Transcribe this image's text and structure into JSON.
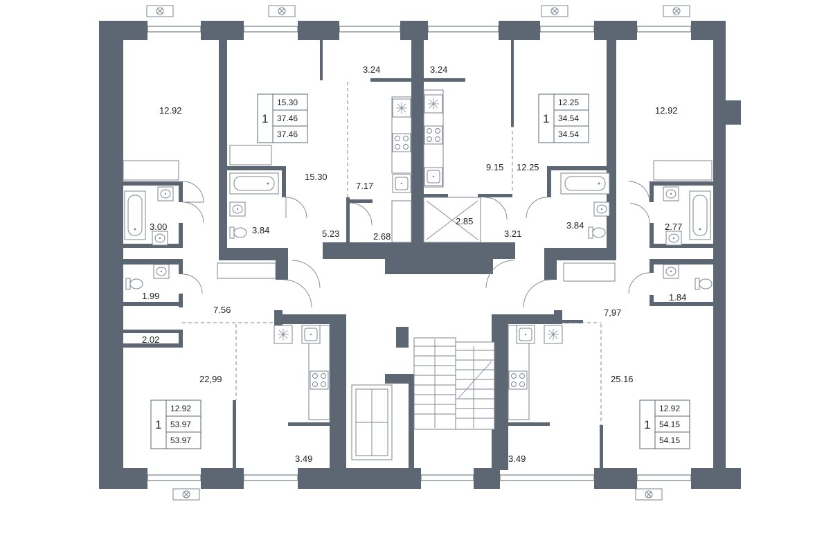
{
  "colors": {
    "wall": "#5d6773",
    "line": "#7c8590",
    "text": "#222222"
  },
  "rooms": {
    "r1": "12.92",
    "r2": "15.30",
    "r3": "3.24",
    "r4": "3.24",
    "r5": "12.92",
    "r6": "3.00",
    "r7": "3.84",
    "r8": "15.30",
    "r9": "7.17",
    "r10": "9.15",
    "r11": "12.25",
    "r12": "3.84",
    "r13": "2.77",
    "r14": "5.23",
    "r15": "2.68",
    "r16": "2.85",
    "r17": "3.21",
    "r18": "1.99",
    "r19": "1.84",
    "r20": "7.56",
    "r21": "7,97",
    "r22": "2.02",
    "r23": "22,99",
    "r24": "25.16",
    "r25": "3.49",
    "r26": "3.49"
  },
  "apartments": [
    {
      "rooms": "1",
      "values": [
        "15.30",
        "37.46",
        "37.46"
      ]
    },
    {
      "rooms": "1",
      "values": [
        "12.25",
        "34.54",
        "34.54"
      ]
    },
    {
      "rooms": "1",
      "values": [
        "12.92",
        "53.97",
        "53.97"
      ]
    },
    {
      "rooms": "1",
      "values": [
        "12.92",
        "54.15",
        "54.15"
      ]
    }
  ],
  "icons": [
    "radiator-icon",
    "bathtub-icon",
    "sink-icon",
    "toilet-icon",
    "stove-icon",
    "kitchen-sink-icon",
    "stairs-icon",
    "elevator-icon"
  ]
}
